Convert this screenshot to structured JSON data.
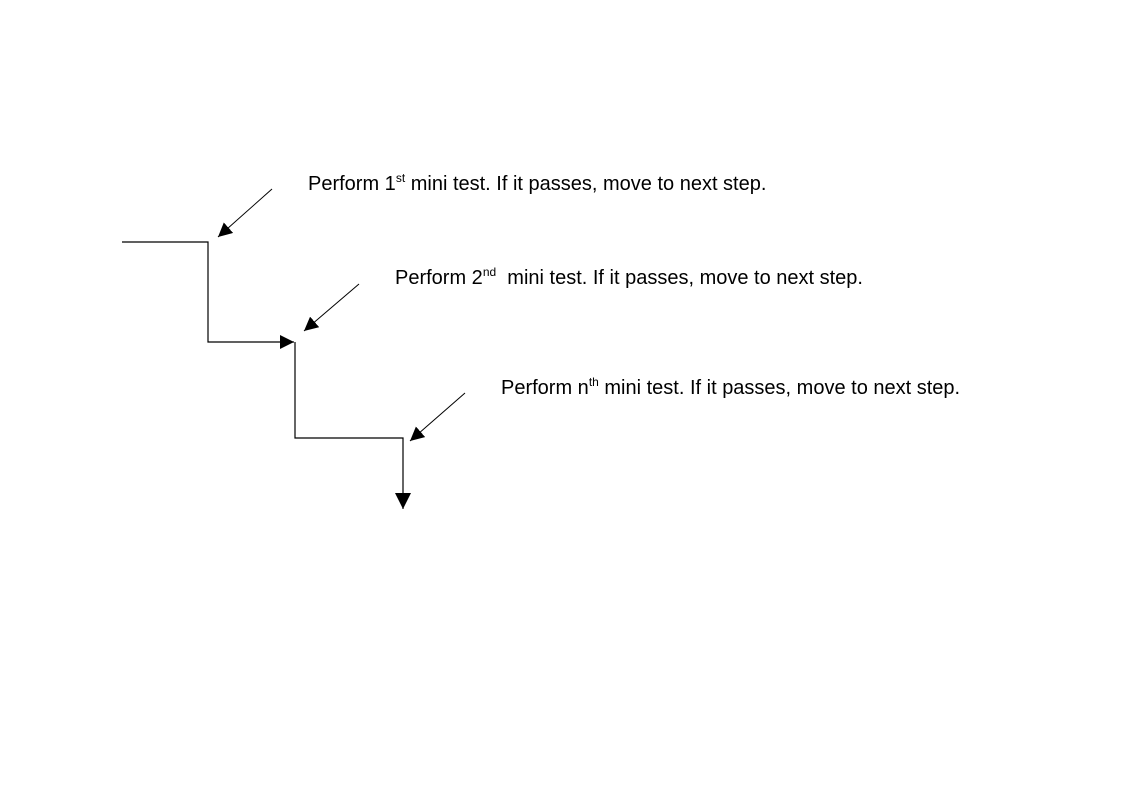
{
  "steps": [
    {
      "pre": "Perform 1",
      "sup": "st",
      "post": " mini test. If it passes, move to next step."
    },
    {
      "pre": "Perform 2",
      "sup": "nd",
      "post": "  mini test. If it passes, move to next step."
    },
    {
      "pre": "Perform n",
      "sup": "th",
      "post": " mini test. If it passes, move to next step."
    }
  ]
}
